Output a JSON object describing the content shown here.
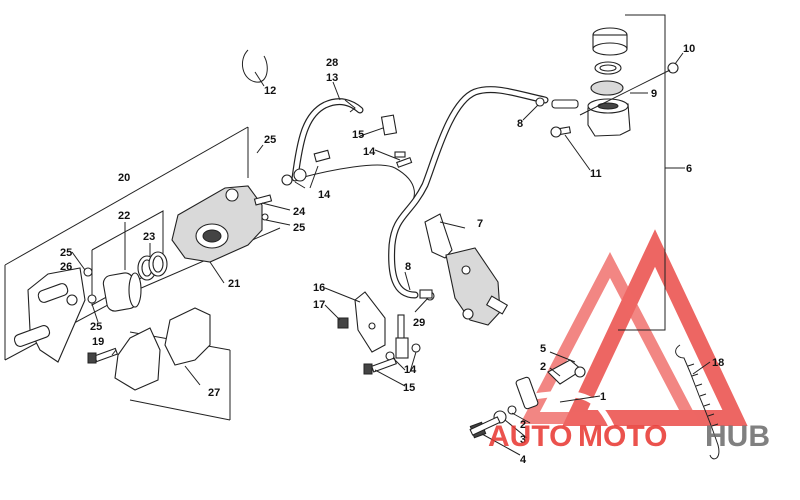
{
  "callouts": [
    {
      "id": "c1",
      "text": "1"
    },
    {
      "id": "c2a",
      "text": "2"
    },
    {
      "id": "c2b",
      "text": "2"
    },
    {
      "id": "c3",
      "text": "3"
    },
    {
      "id": "c4",
      "text": "4"
    },
    {
      "id": "c5",
      "text": "5"
    },
    {
      "id": "c6",
      "text": "6"
    },
    {
      "id": "c7",
      "text": "7"
    },
    {
      "id": "c8a",
      "text": "8"
    },
    {
      "id": "c8b",
      "text": "8"
    },
    {
      "id": "c9",
      "text": "9"
    },
    {
      "id": "c10",
      "text": "10"
    },
    {
      "id": "c11",
      "text": "11"
    },
    {
      "id": "c12",
      "text": "12"
    },
    {
      "id": "c13",
      "text": "13"
    },
    {
      "id": "c14a",
      "text": "14"
    },
    {
      "id": "c14b",
      "text": "14"
    },
    {
      "id": "c14c",
      "text": "14"
    },
    {
      "id": "c15a",
      "text": "15"
    },
    {
      "id": "c15b",
      "text": "15"
    },
    {
      "id": "c16",
      "text": "16"
    },
    {
      "id": "c17",
      "text": "17"
    },
    {
      "id": "c18",
      "text": "18"
    },
    {
      "id": "c19",
      "text": "19"
    },
    {
      "id": "c20",
      "text": "20"
    },
    {
      "id": "c21",
      "text": "21"
    },
    {
      "id": "c22",
      "text": "22"
    },
    {
      "id": "c23",
      "text": "23"
    },
    {
      "id": "c24",
      "text": "24"
    },
    {
      "id": "c25a",
      "text": "25"
    },
    {
      "id": "c25b",
      "text": "25"
    },
    {
      "id": "c25c",
      "text": "25"
    },
    {
      "id": "c25d",
      "text": "25"
    },
    {
      "id": "c26",
      "text": "26"
    },
    {
      "id": "c27",
      "text": "27"
    },
    {
      "id": "c28",
      "text": "28"
    },
    {
      "id": "c29",
      "text": "29"
    }
  ],
  "watermark": {
    "part1": "AUTO",
    "part2": "MOTO",
    "part3": "HUB",
    "color_red": "#e8342f",
    "color_gray": "#6a6a6a"
  }
}
